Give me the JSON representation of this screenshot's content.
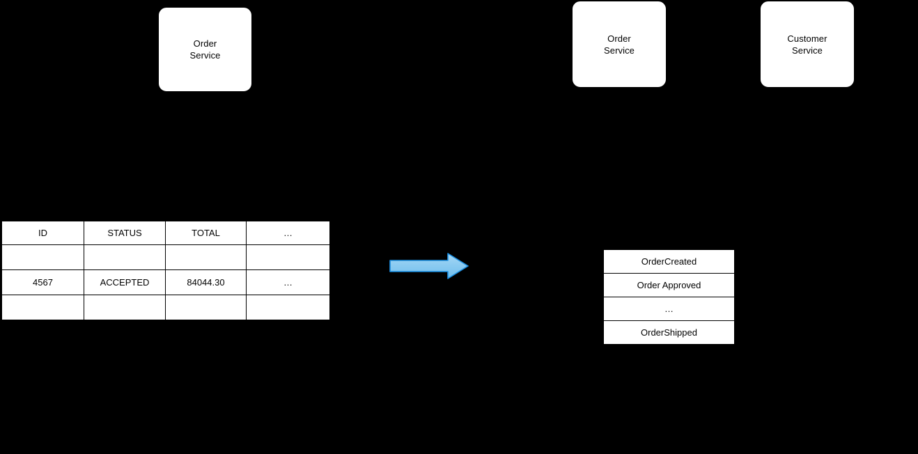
{
  "diagram": {
    "background_color": "#000000",
    "services": [
      {
        "id": "order-service-left",
        "label": "Order\nService"
      },
      {
        "id": "order-service-right",
        "label": "Order\nService"
      },
      {
        "id": "customer-service",
        "label": "Customer\nService"
      }
    ],
    "orders_table": {
      "headers": [
        "ID",
        "STATUS",
        "TOTAL",
        "…"
      ],
      "rows": [
        {
          "cells": [
            "",
            "",
            "",
            ""
          ]
        },
        {
          "cells": [
            "4567",
            "ACCEPTED",
            "84044.30",
            "…"
          ]
        },
        {
          "cells": [
            "",
            "",
            "",
            ""
          ]
        }
      ]
    },
    "arrow": {
      "name": "flow-arrow",
      "direction": "right",
      "fill_color": "#85c8f0",
      "border_color": "#1b8fe3"
    },
    "events_list": {
      "items": [
        {
          "label": "OrderCreated"
        },
        {
          "label": "Order Approved"
        },
        {
          "label": "…"
        },
        {
          "label": "OrderShipped"
        }
      ]
    }
  }
}
